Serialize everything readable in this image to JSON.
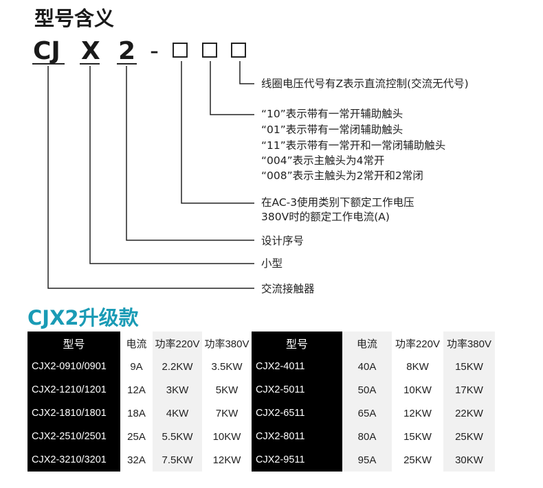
{
  "title": "型号含义",
  "code": {
    "c1": "CJ",
    "c2": "X",
    "c3": "2",
    "dash": "-"
  },
  "descriptions": {
    "coil": "线圈电压代号有Z表示直流控制(交流无代号)",
    "aux_10": "“10”表示带有一常开辅助触头",
    "aux_01": "“01”表示带有一常闭辅助触头",
    "aux_11": "“11”表示带有一常开和一常闭辅助触头",
    "aux_004": "“004”表示主触头为4常开",
    "aux_008": "“008”表示主触头为2常开和2常闭",
    "current_1": "在AC-3使用类别下额定工作电压",
    "current_2": "380V时的额定工作电流(A)",
    "design": "设计序号",
    "small": "小型",
    "contactor": "交流接触器"
  },
  "upgrade_title": "CJX2升级款",
  "table": {
    "headers": [
      "型号",
      "电流",
      "功率220V",
      "功率380V",
      "型号",
      "电流",
      "功率220V",
      "功率380V"
    ],
    "rows": [
      [
        "CJX2-0910/0901",
        "9A",
        "2.2KW",
        "3.5KW",
        "CJX2-4011",
        "40A",
        "8KW",
        "15KW"
      ],
      [
        "CJX2-1210/1201",
        "12A",
        "3KW",
        "5KW",
        "CJX2-5011",
        "50A",
        "10KW",
        "17KW"
      ],
      [
        "CJX2-1810/1801",
        "18A",
        "4KW",
        "7KW",
        "CJX2-6511",
        "65A",
        "12KW",
        "22KW"
      ],
      [
        "CJX2-2510/2501",
        "25A",
        "5.5KW",
        "10KW",
        "CJX2-8011",
        "80A",
        "15KW",
        "25KW"
      ],
      [
        "CJX2-3210/3201",
        "32A",
        "7.5KW",
        "12KW",
        "CJX2-9511",
        "95A",
        "25KW",
        "30KW"
      ]
    ]
  }
}
